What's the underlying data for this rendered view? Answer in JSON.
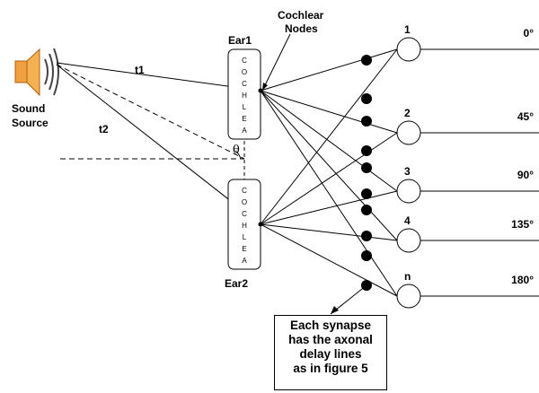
{
  "labels": {
    "sound_source": [
      "Sound",
      "Source"
    ],
    "t1": "t1",
    "t2": "t2",
    "theta": "θ",
    "ear1": "Ear1",
    "ear2": "Ear2",
    "cochlear_nodes": [
      "Cochlear",
      "Nodes"
    ],
    "cochlea_letters": [
      "C",
      "O",
      "C",
      "H",
      "L",
      "E",
      "A"
    ]
  },
  "neurons": [
    {
      "id": "1",
      "angle": "0°"
    },
    {
      "id": "2",
      "angle": "45°"
    },
    {
      "id": "3",
      "angle": "90°"
    },
    {
      "id": "4",
      "angle": "135°"
    },
    {
      "id": "n",
      "angle": "180°"
    }
  ],
  "note": [
    "Each synapse",
    "has the axonal",
    "delay lines",
    "as in figure 5"
  ],
  "colors": {
    "speaker_fill": "#f0a040",
    "speaker_stroke": "#b06010",
    "line": "#000000"
  }
}
